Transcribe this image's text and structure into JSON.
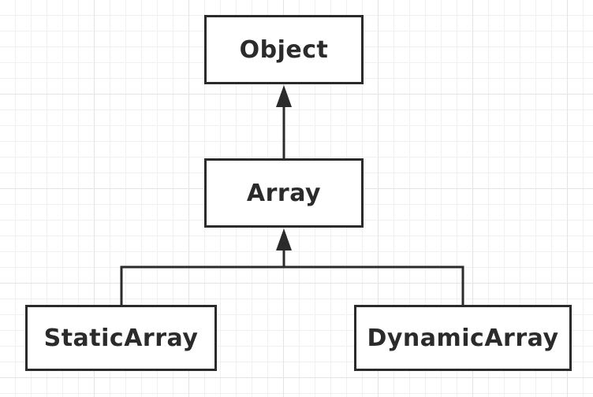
{
  "diagram": {
    "type": "class-hierarchy",
    "nodes": {
      "object": "Object",
      "array": "Array",
      "static_array": "StaticArray",
      "dynamic_array": "DynamicArray"
    },
    "edges": [
      {
        "from": "Array",
        "to": "Object",
        "kind": "inherits"
      },
      {
        "from": "StaticArray",
        "to": "Array",
        "kind": "inherits"
      },
      {
        "from": "DynamicArray",
        "to": "Array",
        "kind": "inherits"
      }
    ],
    "colors": {
      "stroke": "#2b2b2b",
      "background": "#ffffff",
      "grid": "#e4e4e4"
    }
  }
}
